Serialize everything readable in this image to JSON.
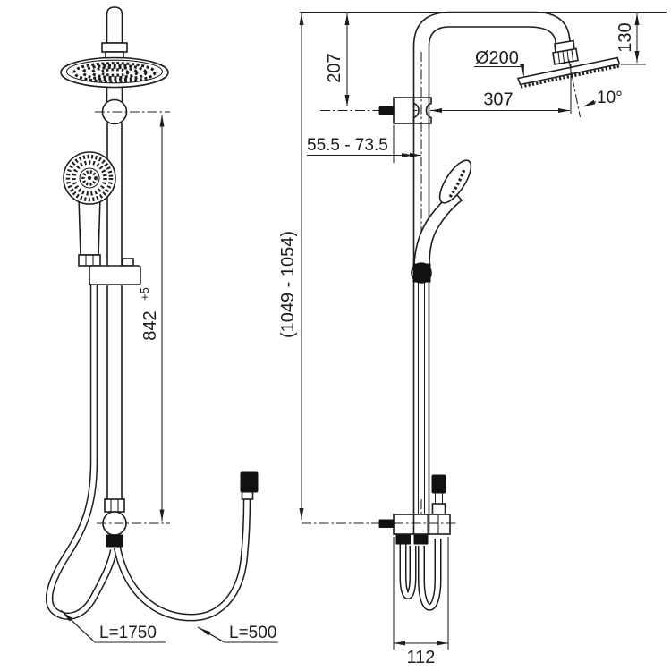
{
  "drawing": {
    "colors": {
      "line": "#1d1d1d",
      "background": "#ffffff",
      "solid_fill": "#111111"
    },
    "front_view": {
      "rail_height": {
        "value": "842",
        "tolerance": "+5"
      },
      "hose_long_label": "L=1750",
      "hose_short_label": "L=500"
    },
    "side_view": {
      "overall_height": "(1049 - 1054)",
      "top_to_bracket": "207",
      "head_drop": "130",
      "head_reach": "307",
      "head_diameter": "Ø200",
      "head_angle": "10°",
      "bracket_offset_range": "55.5 - 73.5",
      "outlet_width": "112"
    }
  }
}
